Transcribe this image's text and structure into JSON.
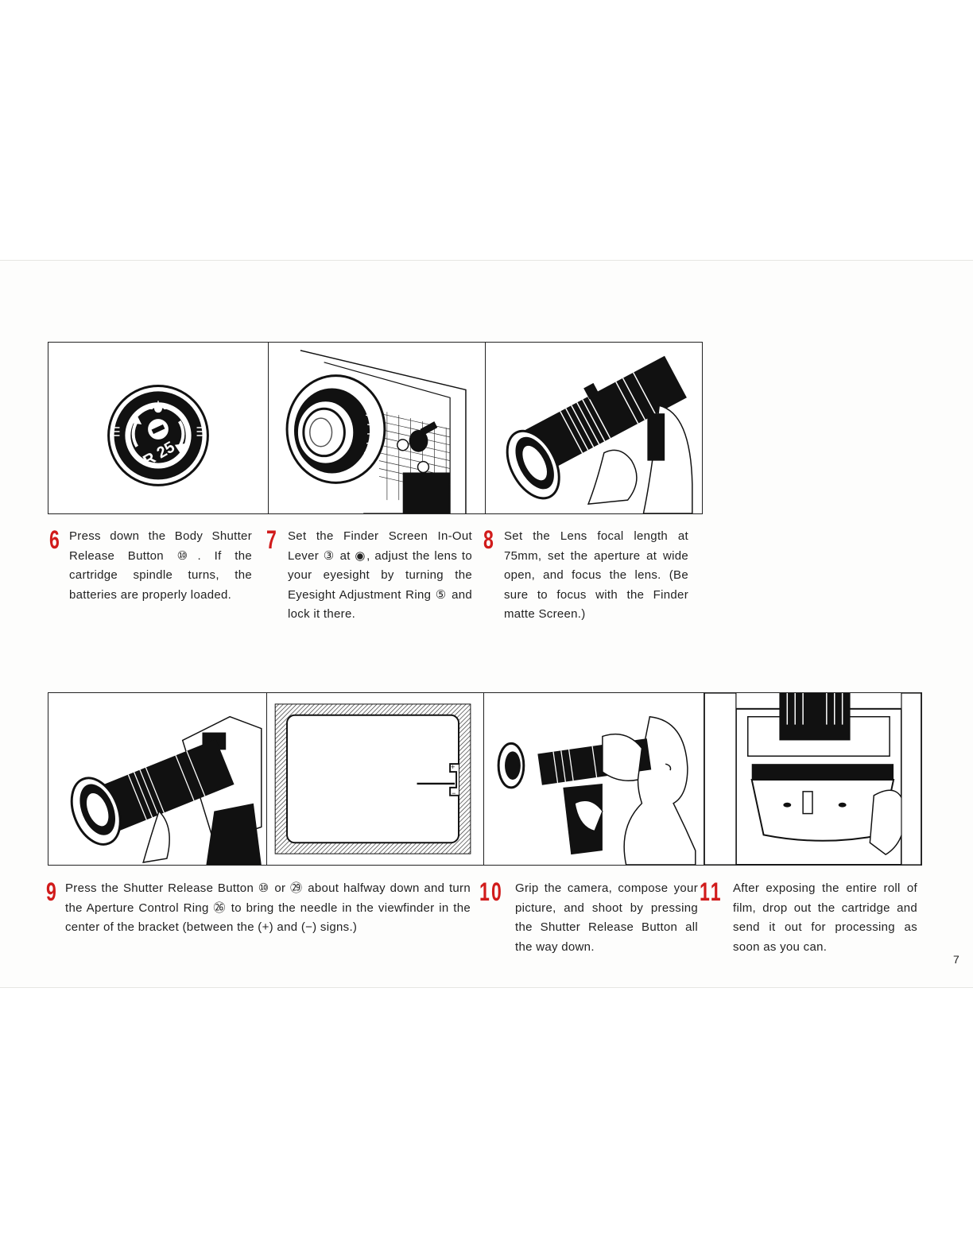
{
  "steps": [
    {
      "number": "6",
      "text": "Press down the Body Shutter Release Button ⑩. If the cartridge spindle turns, the batteries are properly loaded."
    },
    {
      "number": "7",
      "text": "Set the Finder Screen In-Out Lever ③ at ◉, adjust the lens to your eyesight by turning the Eyesight Adjustment Ring ⑤ and lock it there."
    },
    {
      "number": "8",
      "text": "Set the Lens focal length at 75mm, set the aperture at wide open, and focus the lens. (Be sure to focus with the Finder matte Screen.)"
    },
    {
      "number": "9",
      "text": "Press the Shutter Release Button ⑩ or ㉙ about halfway down and turn the Aperture Control Ring ㉖ to bring the needle in the viewfinder in the center of the bracket (between the (+) and (−) signs.)"
    },
    {
      "number": "10",
      "text": "Grip the camera, compose your picture, and shoot by pressing the Shutter Release Button all the way down."
    },
    {
      "number": "11",
      "text": "After exposing the entire roll of film, drop out the cartridge and send it out for processing as soon as you can."
    }
  ],
  "dial_label": "R 25",
  "page_number": "7",
  "colors": {
    "step_number": "#d11b1b",
    "text": "#222222",
    "line": "#1a1a1a"
  }
}
